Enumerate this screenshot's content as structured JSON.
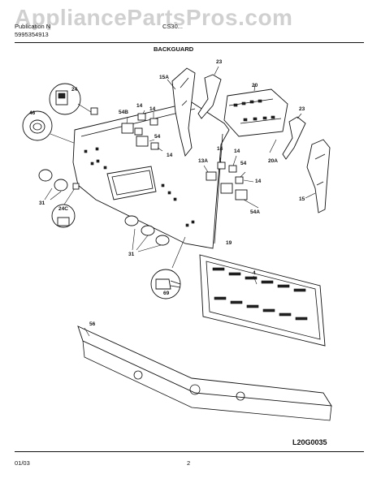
{
  "header": {
    "watermark": "AppliancePartsPros.com",
    "publication_label": "Publication N",
    "publication_number": "5995354913",
    "model": "CS30...",
    "section_title": "BACKGUARD"
  },
  "callouts": {
    "c24": "24",
    "c46": "46",
    "c31a": "31",
    "c24c": "24C",
    "c54b": "54B",
    "c14a": "14",
    "c14b": "14",
    "c54a_top": "54",
    "c14c": "14",
    "c15a": "15A",
    "c23a": "23",
    "c20": "20",
    "c23b": "23",
    "c20a": "20A",
    "c13a": "13A",
    "c14d": "14",
    "c14e": "14",
    "c54b2": "54",
    "c14f": "14",
    "c54a": "54A",
    "c15": "15",
    "c19": "19",
    "c31b": "31",
    "c69": "69",
    "c4": "4",
    "c56": "56"
  },
  "footer": {
    "date": "01/03",
    "page": "2",
    "drawing_code": "L20G0035"
  },
  "colors": {
    "ink": "#111111",
    "paper": "#ffffff",
    "watermark": "#aaaaaa"
  }
}
